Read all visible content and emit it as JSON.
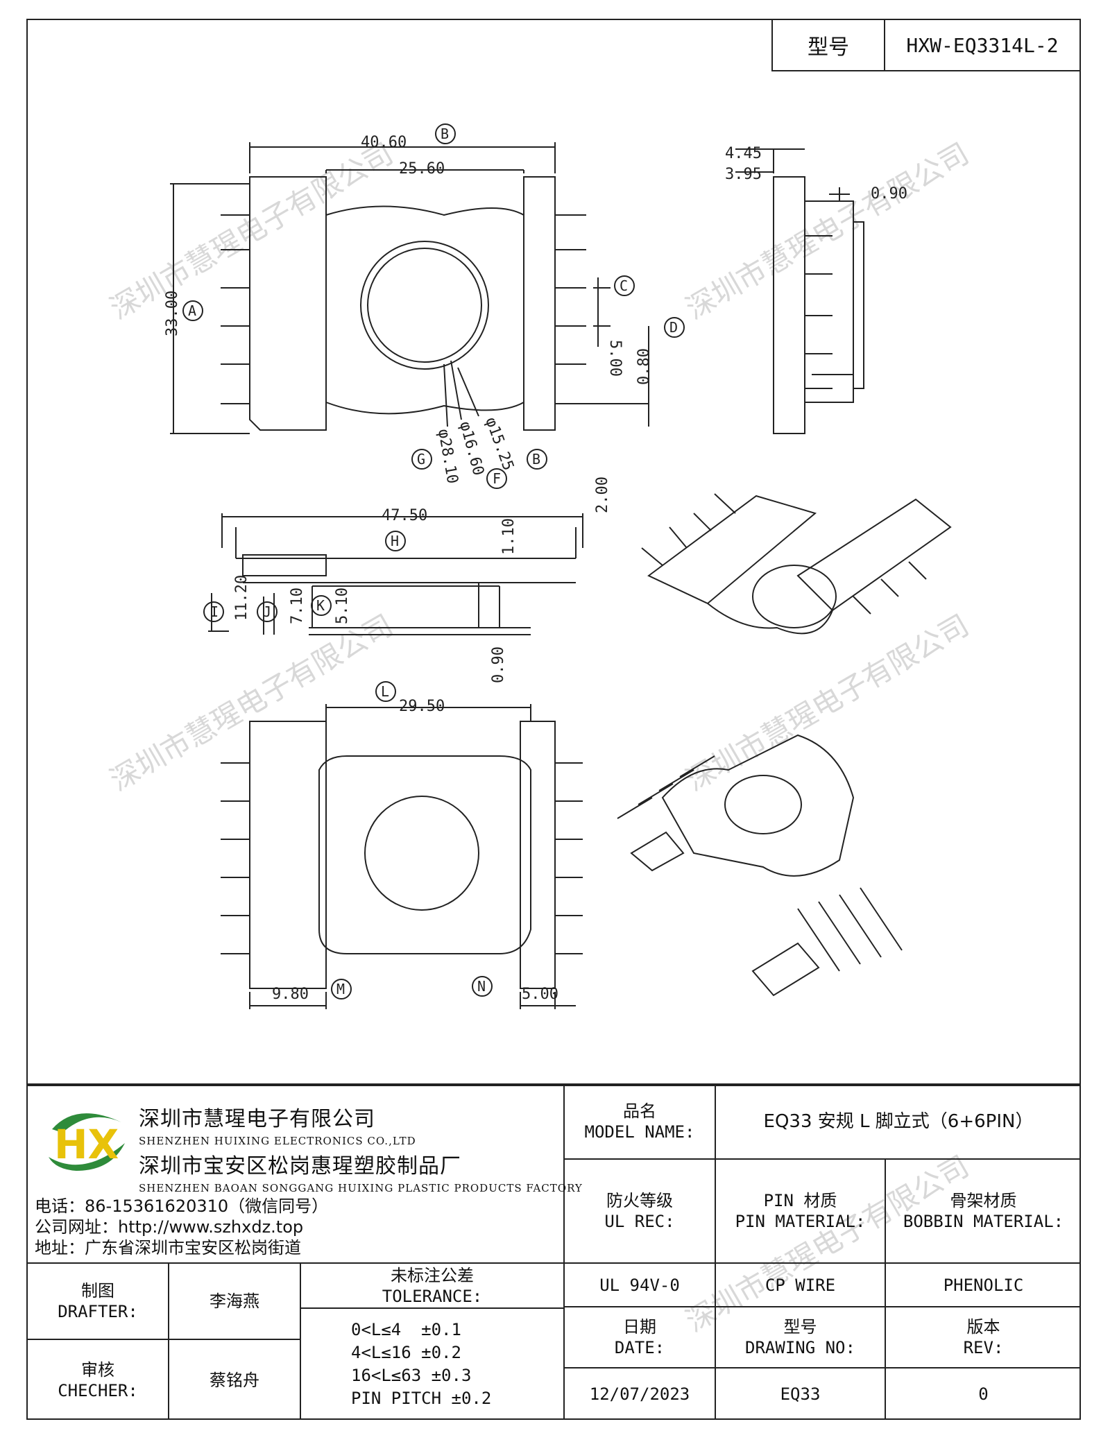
{
  "header": {
    "model_label": "型号",
    "model_value": "HXW-EQ3314L-2"
  },
  "dimensions": {
    "d40_60": "40.60",
    "d25_60": "25.60",
    "d33_00": "33.00",
    "d5_00": "5.00",
    "d0_80": "0.80",
    "d4_45": "4.45",
    "d3_95": "3.95",
    "d0_90a": "0.90",
    "phi15_25": "φ15.25",
    "phi16_60": "φ16.60",
    "phi28_10": "φ28.10",
    "d47_50": "47.50",
    "d2_00": "2.00",
    "d1_10": "1.10",
    "d11_20": "11.20",
    "d7_10": "7.10",
    "d5_10": "5.10",
    "d0_90b": "0.90",
    "d29_50": "29.50",
    "d9_80": "9.80",
    "d5_00b": "5.00"
  },
  "labels": {
    "A": "A",
    "B": "B",
    "C": "C",
    "D": "D",
    "F": "F",
    "G": "G",
    "H": "H",
    "I": "I",
    "J": "J",
    "K": "K",
    "L": "L",
    "M": "M",
    "N": "N"
  },
  "watermark": "深圳市慧瑆电子有限公司",
  "company": {
    "name_cn": "深圳市慧瑆电子有限公司",
    "name_en": "SHENZHEN HUIXING ELECTRONICS CO.,LTD",
    "factory_cn": "深圳市宝安区松岗惠瑆塑胶制品厂",
    "factory_en": "SHENZHEN BAOAN SONGGANG HUIXING PLASTIC PRODUCTS FACTORY",
    "phone": "电话：86-15361620310（微信同号）",
    "website": "公司网址：http://www.szhxdz.top",
    "address": "地址：广东省深圳市宝安区松岗街道",
    "logo_text": "HX"
  },
  "title_block": {
    "model_name_label": "品名\nMODEL NAME:",
    "model_name_label_cn": "品名",
    "model_name_label_en": "MODEL NAME:",
    "model_name_value": "EQ33 安规 L 脚立式（6+6PIN）",
    "ul_rec_cn": "防火等级",
    "ul_rec_en": "UL REC:",
    "pin_mat_cn": "PIN 材质",
    "pin_mat_en": "PIN MATERIAL:",
    "bobbin_mat_cn": "骨架材质",
    "bobbin_mat_en": "BOBBIN MATERIAL:",
    "ul_value": "UL 94V-0",
    "pin_value": "CP WIRE",
    "bobbin_value": "PHENOLIC",
    "drafter_cn": "制图",
    "drafter_en": "DRAFTER:",
    "drafter_name": "李海燕",
    "checker_cn": "审核",
    "checker_en": "CHECHER:",
    "checker_name": "蔡铭舟",
    "tolerance_cn": "未标注公差",
    "tolerance_en": "TOLERANCE:",
    "tol1": "0<L≤4  ±0.1",
    "tol2": "4<L≤16 ±0.2",
    "tol3": "16<L≤63 ±0.3",
    "tol4": "PIN PITCH ±0.2",
    "date_cn": "日期",
    "date_en": "DATE:",
    "date_value": "12/07/2023",
    "drawing_no_cn": "型号",
    "drawing_no_en": "DRAWING NO:",
    "drawing_no_value": "EQ33",
    "rev_cn": "版本",
    "rev_en": "REV:",
    "rev_value": "0"
  }
}
